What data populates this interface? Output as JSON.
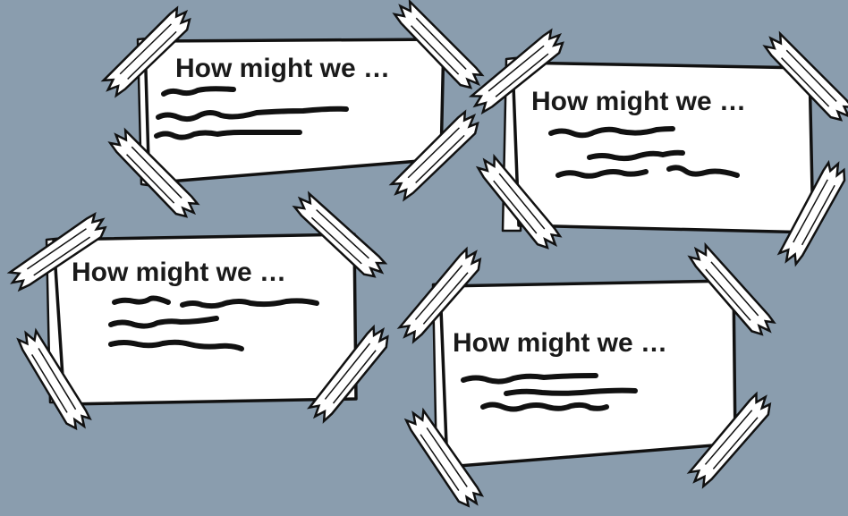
{
  "background_color": "#8a9dae",
  "cards": [
    {
      "title": "How might we …"
    },
    {
      "title": "How might we …"
    },
    {
      "title": "How might we …"
    },
    {
      "title": "How might we …"
    }
  ]
}
